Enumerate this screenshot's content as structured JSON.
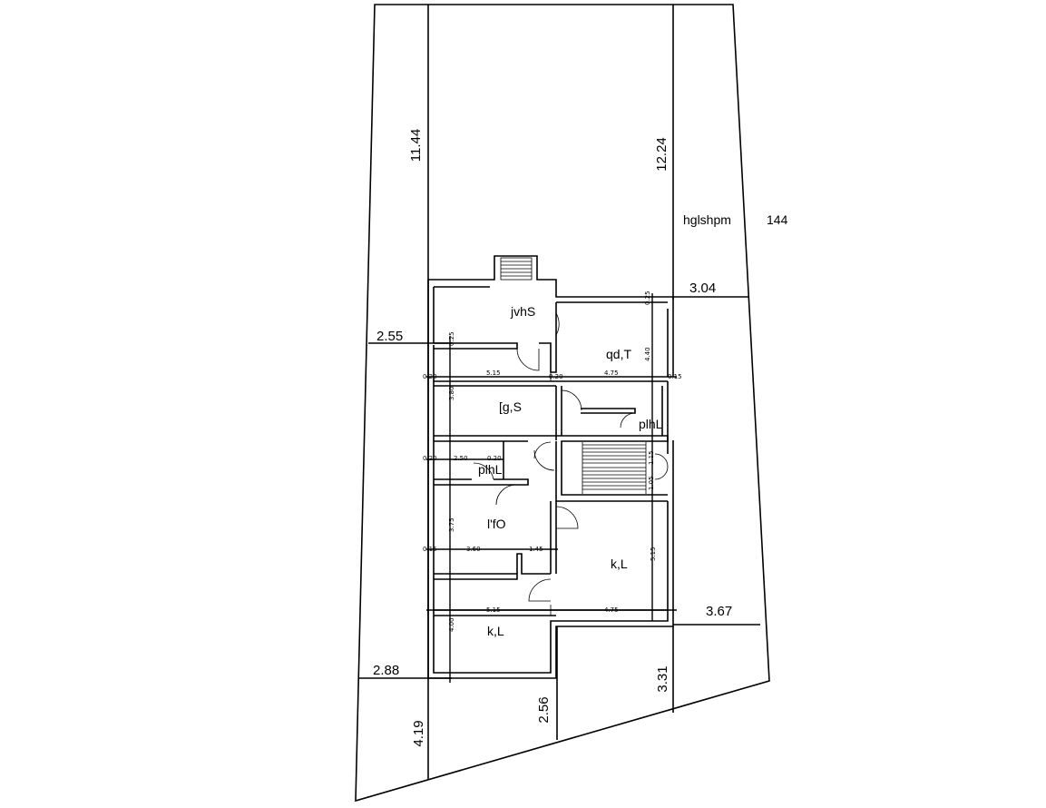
{
  "site": {
    "label_arabic": "hglshpm",
    "label_number": "144",
    "dims": {
      "left_top": "11.44",
      "right_top": "12.24",
      "left_mid": "2.55",
      "right_mid": "3.04",
      "left_low": "2.88",
      "right_low": "3.67",
      "bottom_left": "4.19",
      "bottom_mid": "2.56",
      "bottom_right": "3.31"
    }
  },
  "rooms": {
    "r1": "jvhS",
    "r2": "qd,T",
    "r3": "[g,S",
    "r4": "plhL",
    "r5": "plhL",
    "r6": "l'fO",
    "r7": "k,L",
    "r8": "k,L"
  },
  "inner_dims": {
    "w1": "5.15",
    "w2": "4.75",
    "w3": "2.50",
    "w4": "3.60",
    "w5": "1.45",
    "w6": "5.15",
    "w7": "4.75",
    "v1": "3.80",
    "v2": "4.40",
    "v3": "3.75",
    "v4": "5.15",
    "v5": "4.00",
    "t1": "0.25",
    "t2": "0.20",
    "t3": "0.20",
    "t4": "0.15",
    "t5": "0.25",
    "t6": "0.20",
    "t7": "1.15",
    "t8": "1.05",
    "t9": "0.20",
    "t10": "0.15"
  }
}
